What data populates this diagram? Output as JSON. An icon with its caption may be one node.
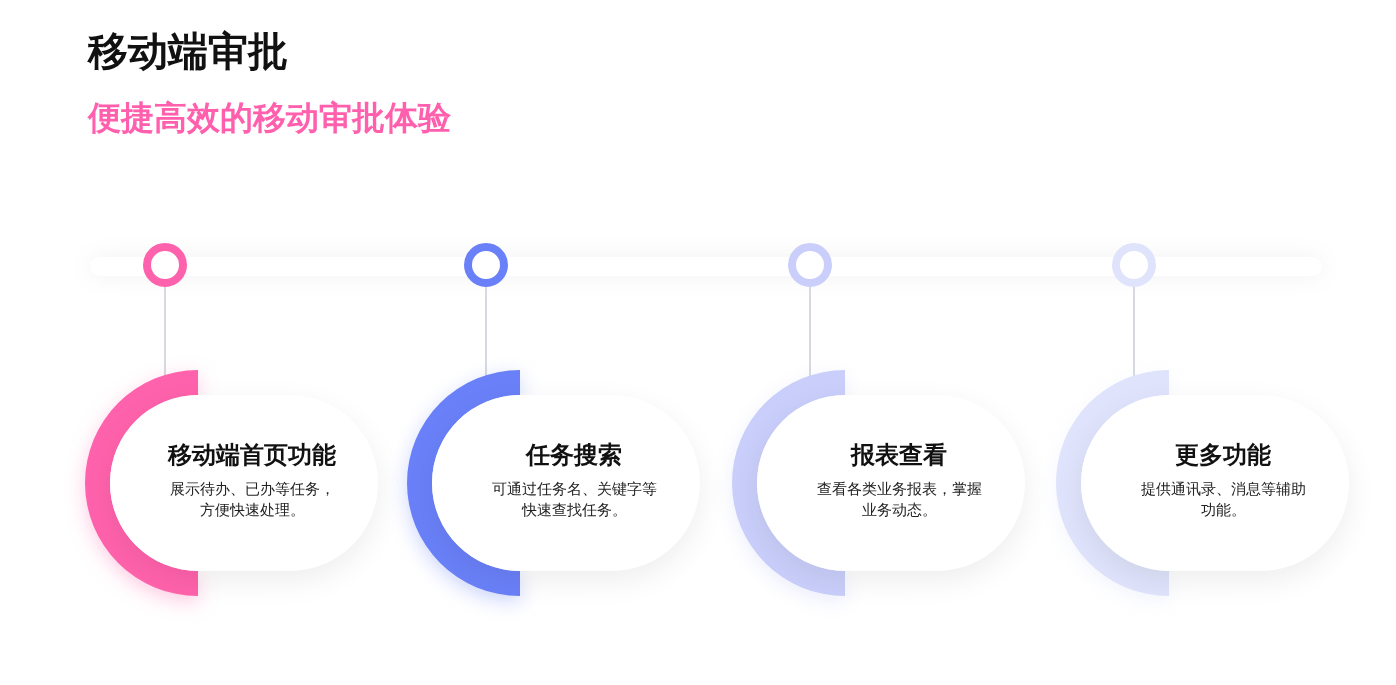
{
  "diagram": {
    "title": "移动端审批",
    "nodes": [
      {
        "text": [],
        "shape": "bar"
      },
      {
        "text": [],
        "shape": "circle"
      },
      {
        "text": [],
        "shape": "circle"
      },
      {
        "text": [],
        "shape": "circle"
      },
      {
        "text": [],
        "shape": "circle"
      },
      {
        "text": [
          "移动端首页功能",
          "展示待办、已办等任务，方便快速处理。"
        ]
      },
      {
        "text": [
          "任务搜索",
          "可通过任务名、关键字等快速查找任务。"
        ]
      },
      {
        "text": [
          "报表查看",
          "查看各类业务报表，掌握业务动态。"
        ]
      },
      {
        "text": [
          "更多功能",
          "提供通讯录、消息等辅助功能。"
        ]
      }
    ],
    "edges": [
      {
        "from": 1,
        "to": 5,
        "arrow": "none"
      },
      {
        "from": 2,
        "to": 6,
        "arrow": "none"
      },
      {
        "from": 3,
        "to": 7,
        "arrow": "none"
      },
      {
        "from": 4,
        "to": 8,
        "arrow": "none"
      }
    ],
    "labels": [
      "便捷高效的移动审批体验"
    ]
  }
}
